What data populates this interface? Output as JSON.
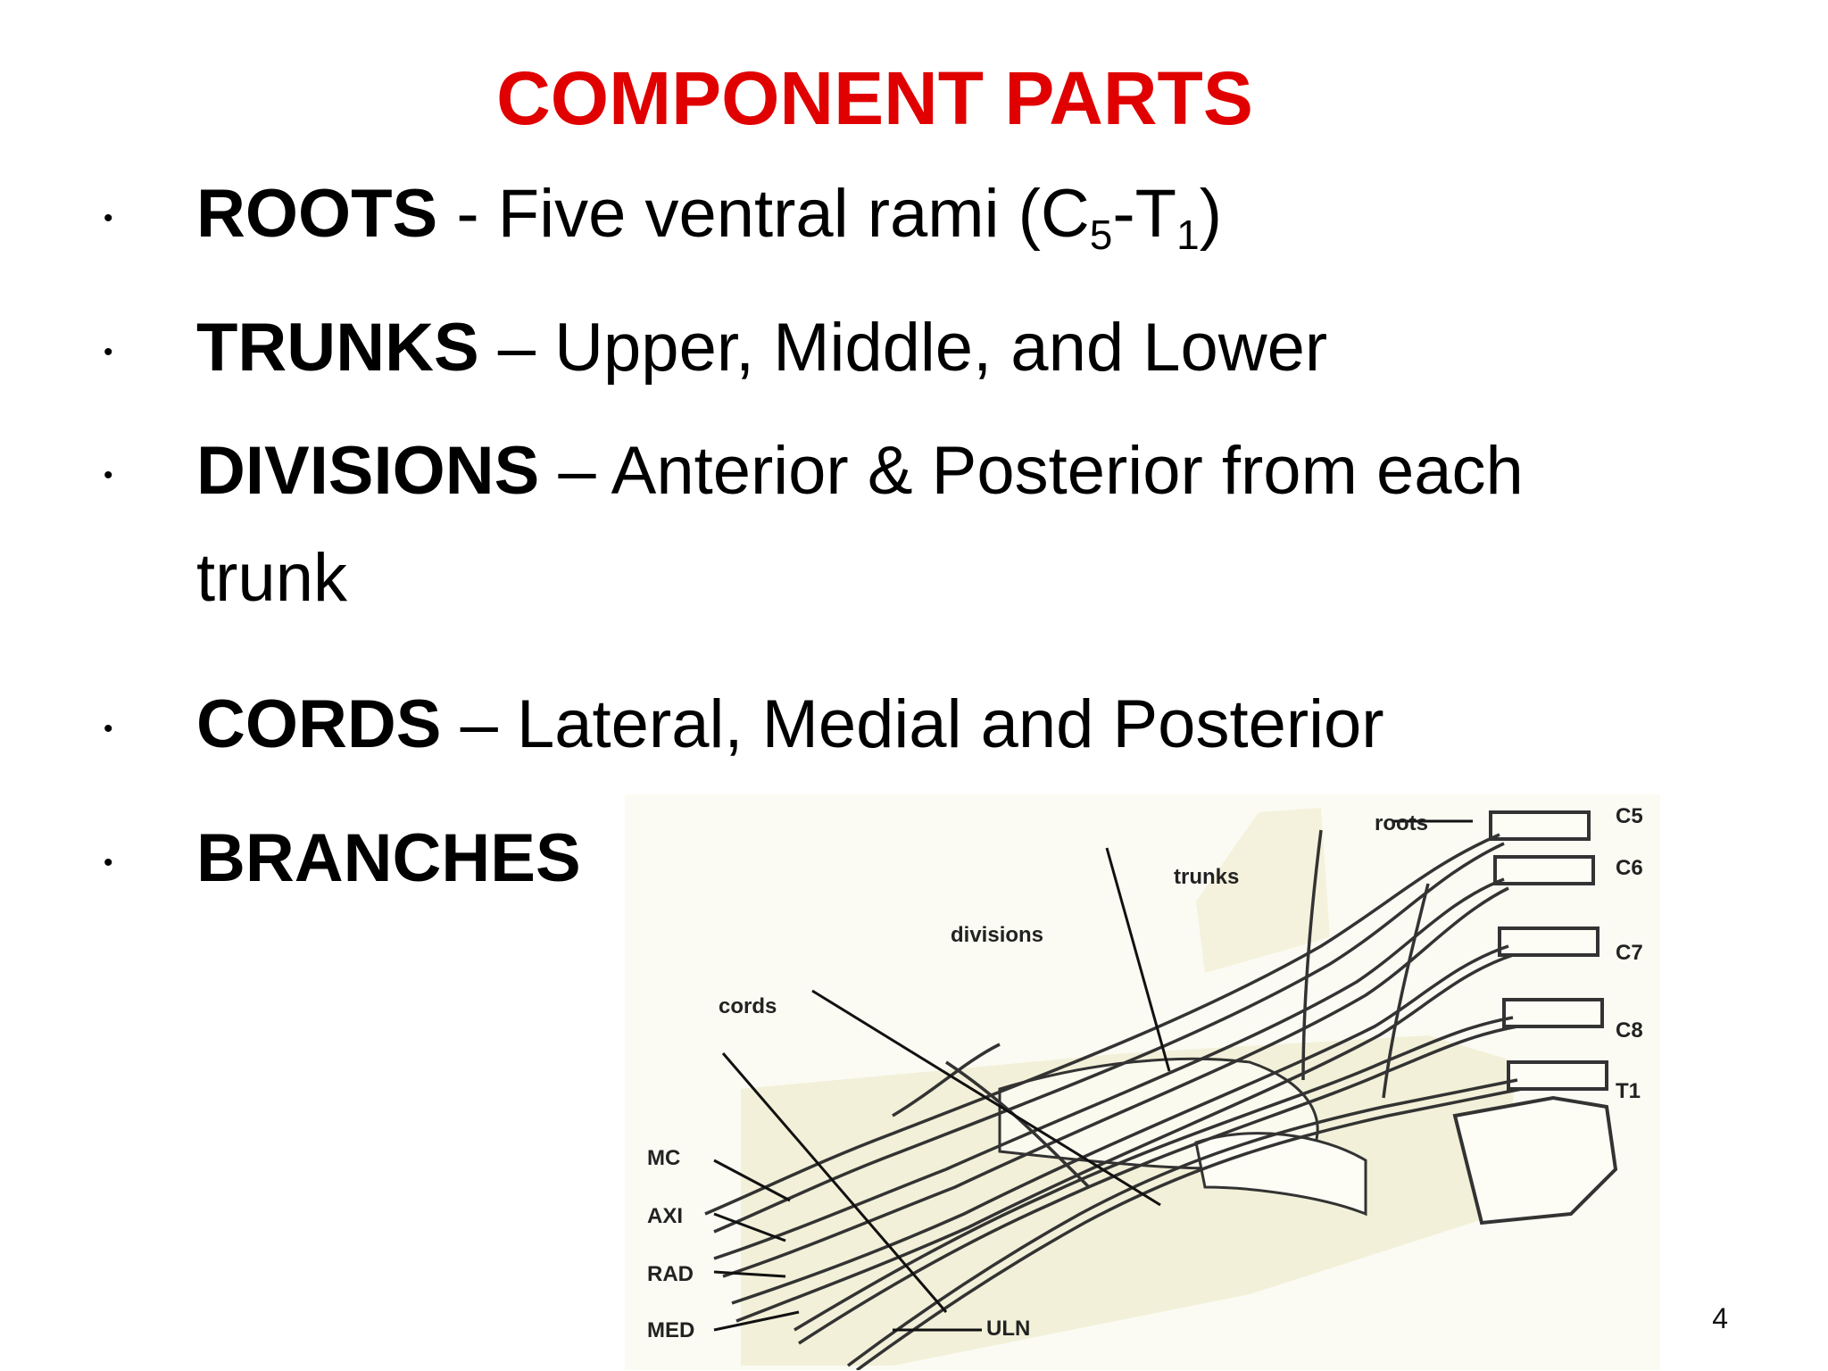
{
  "title": "COMPONENT PARTS",
  "items": [
    {
      "term": "ROOTS",
      "sep": " - ",
      "desc": "Five ventral rami (C",
      "sub1": "5",
      "mid": "-T",
      "sub2": "1",
      "end": ")"
    },
    {
      "term": "TRUNKS",
      "sep": " – ",
      "desc": "Upper, Middle, and Lower"
    },
    {
      "term": "DIVISIONS",
      "sep": " – ",
      "desc": "Anterior & Posterior from each",
      "cont": "trunk"
    },
    {
      "term": "CORDS",
      "sep": " – ",
      "desc": "Lateral, Medial and Posterior"
    },
    {
      "term": "BRANCHES"
    }
  ],
  "bullet_char": "•",
  "diagram": {
    "labels": {
      "roots": "roots",
      "trunks": "trunks",
      "divisions": "divisions",
      "cords": "cords",
      "mc": "MC",
      "axi": "AXI",
      "rad": "RAD",
      "med": "MED",
      "uln": "ULN",
      "c5": "C5",
      "c6": "C6",
      "c7": "C7",
      "c8": "C8",
      "t1": "T1"
    }
  },
  "page_number": "4"
}
